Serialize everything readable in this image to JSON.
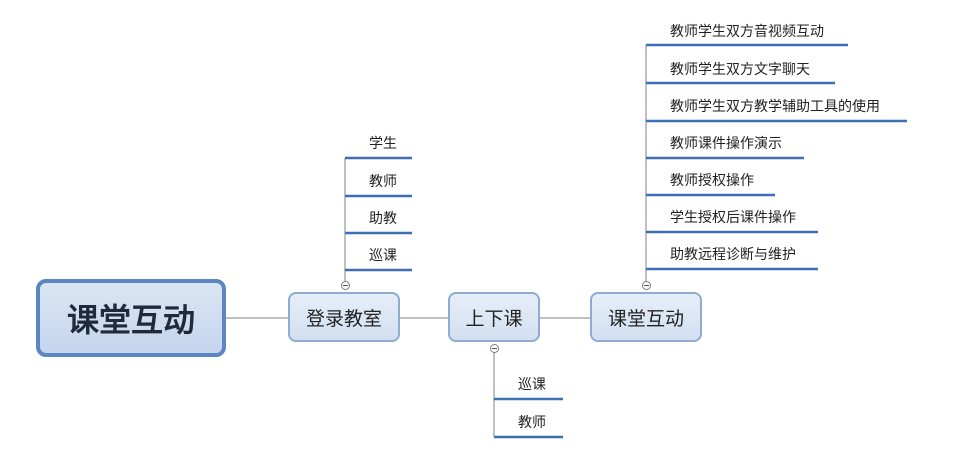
{
  "root": {
    "label": "课堂互动"
  },
  "login": {
    "label": "登录教室",
    "children": [
      "学生",
      "教师",
      "助教",
      "巡课"
    ]
  },
  "class": {
    "label": "上下课",
    "children": [
      "巡课",
      "教师"
    ]
  },
  "interact": {
    "label": "课堂互动",
    "children": [
      "教师学生双方音视频互动",
      "教师学生双方文字聊天",
      "教师学生双方教学辅助工具的使用",
      "教师课件操作演示",
      "教师授权操作",
      "学生授权后课件操作",
      "助教远程诊断与维护"
    ]
  },
  "colors": {
    "line": "#aaaaaa",
    "underline": "#3f6fb3",
    "root_border": "#5b86c3",
    "node_border": "#8fabd0"
  }
}
